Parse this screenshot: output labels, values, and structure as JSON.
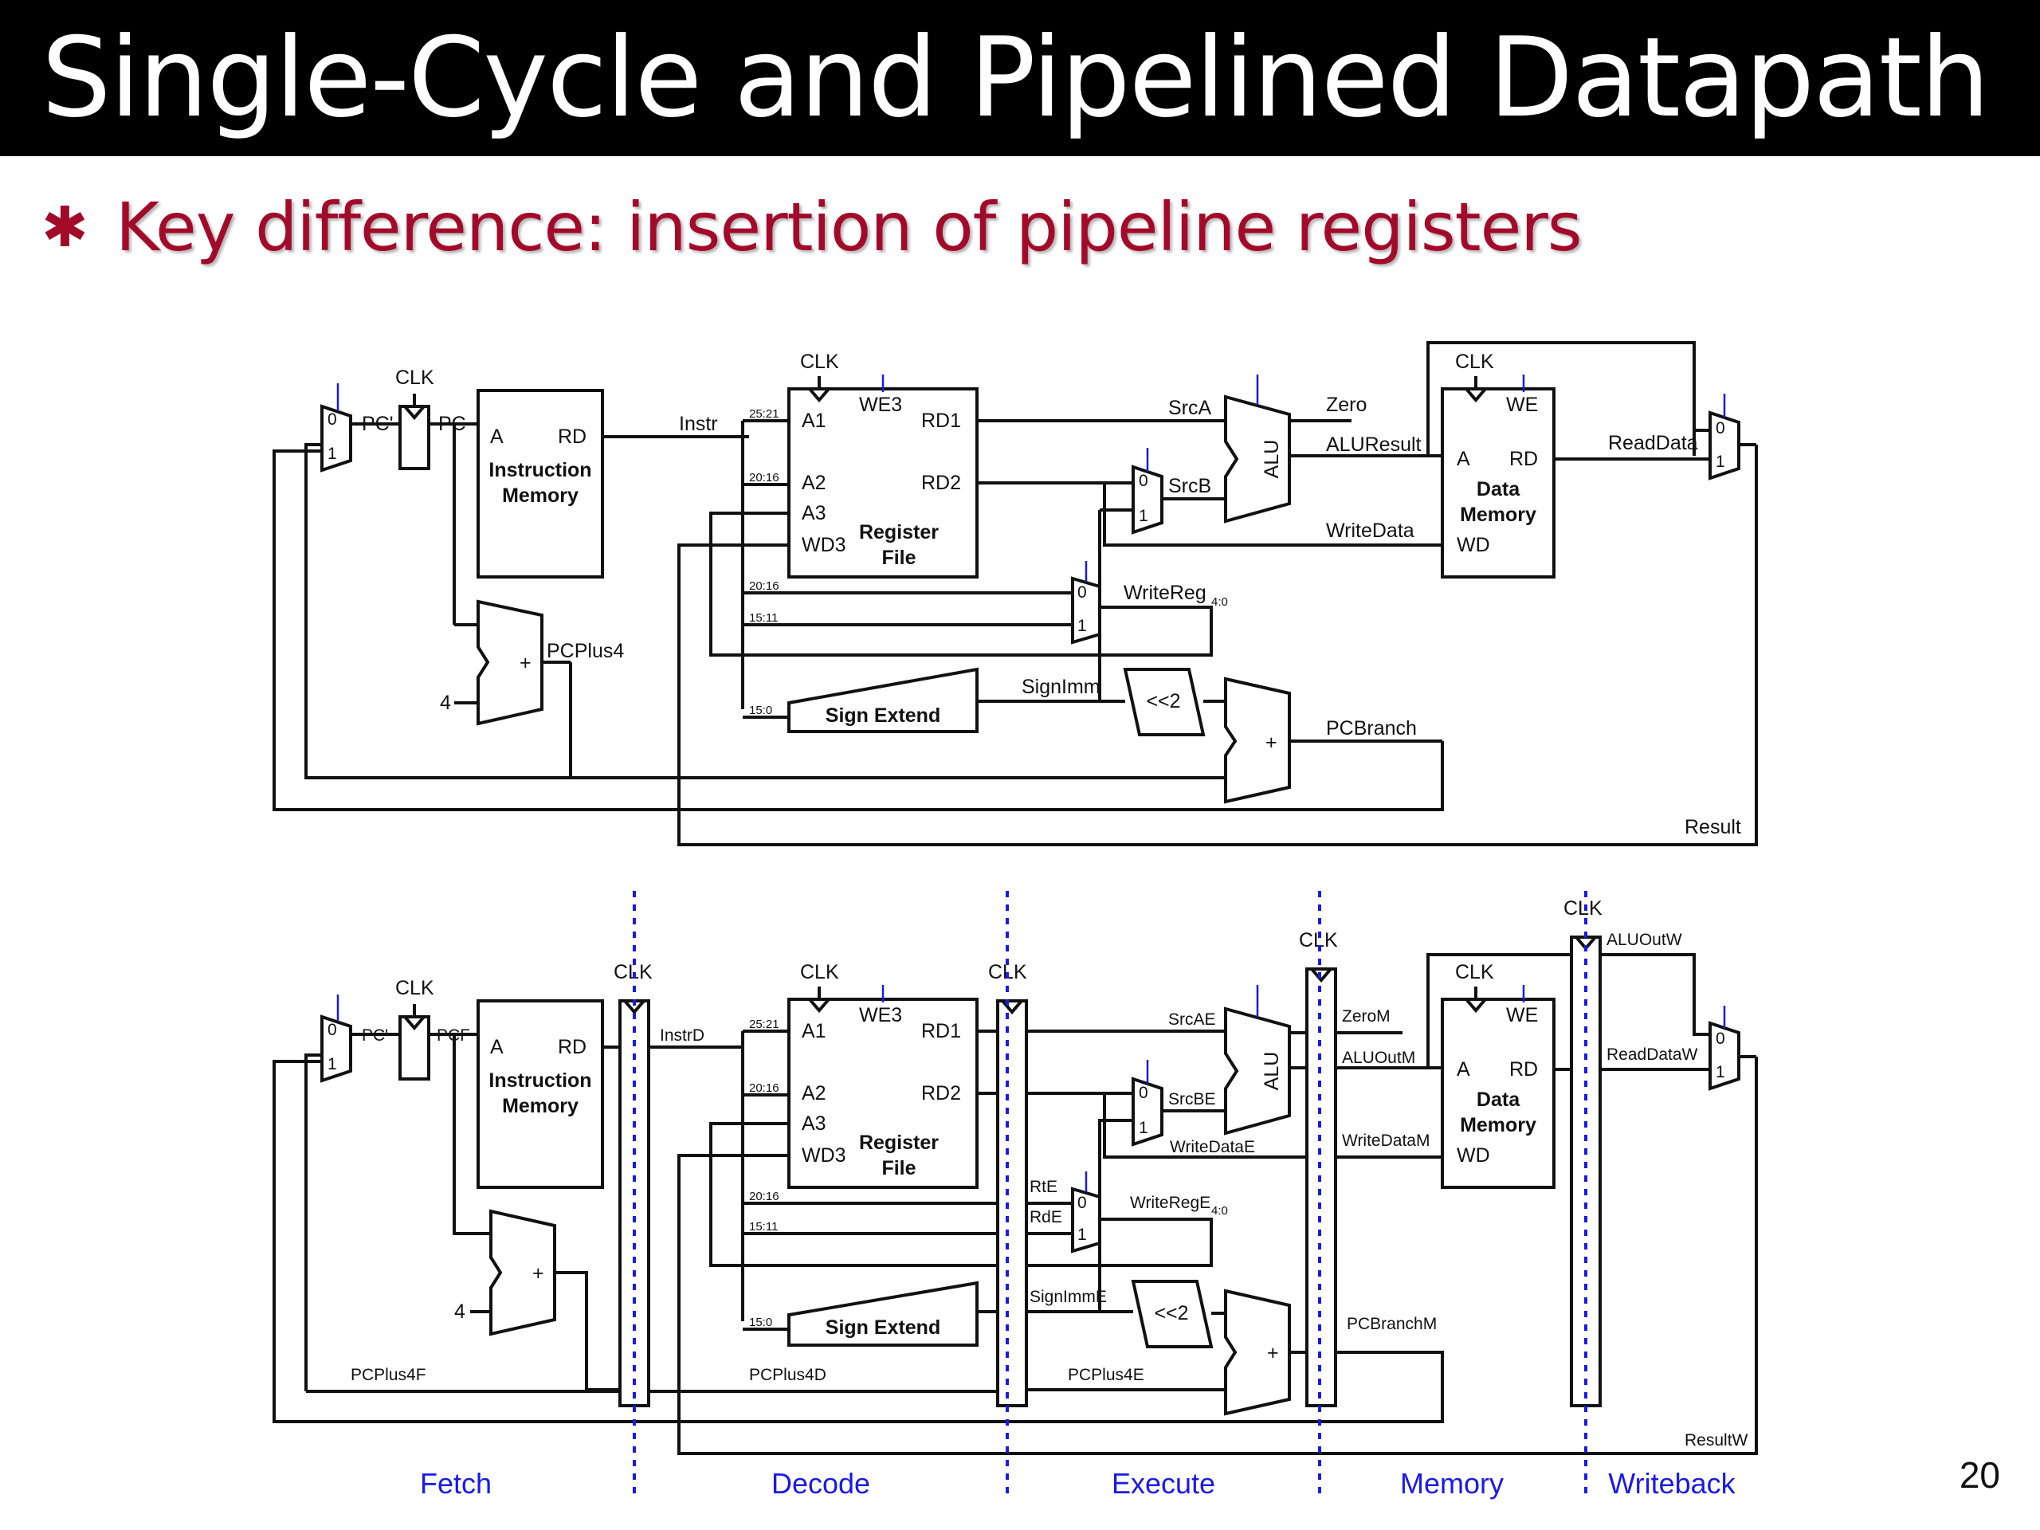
{
  "title": "Single-Cycle and Pipelined Datapath",
  "bullet": {
    "icon": "asterisk-bullet-icon",
    "text": "Key difference:  insertion of pipeline registers"
  },
  "page_number": "20",
  "common": {
    "clk": "CLK",
    "a": "A",
    "rd": "RD",
    "rd1": "RD1",
    "rd2": "RD2",
    "a1": "A1",
    "a2": "A2",
    "a3": "A3",
    "wd3": "WD3",
    "we3": "WE3",
    "we": "WE",
    "wd": "WD",
    "zero": "0",
    "one": "1",
    "plus": "+",
    "four": "4",
    "alu": "ALU",
    "shift": "<<2",
    "imem1": "Instruction",
    "imem2": "Memory",
    "rf1": "Register",
    "rf2": "File",
    "dmem1": "Data",
    "dmem2": "Memory",
    "signext": "Sign Extend",
    "b2521": "25:21",
    "b2016": "20:16",
    "b1511": "15:11",
    "b150": "15:0",
    "sub40": "4:0"
  },
  "single_cycle": {
    "pcprime": "PC'",
    "pc": "PC",
    "instr": "Instr",
    "pcplus4": "PCPlus4",
    "srca": "SrcA",
    "srcb": "SrcB",
    "zero": "Zero",
    "aluresult": "ALUResult",
    "writedata": "WriteData",
    "readdata": "ReadData",
    "writereg": "WriteReg",
    "signimm": "SignImm",
    "pcbranch": "PCBranch",
    "result": "Result"
  },
  "pipelined": {
    "pcprime": "PC'",
    "pcf": "PCF",
    "instrd": "InstrD",
    "pcplus4f": "PCPlus4F",
    "pcplus4d": "PCPlus4D",
    "pcplus4e": "PCPlus4E",
    "srcae": "SrcAE",
    "srcbe": "SrcBE",
    "writedatae": "WriteDataE",
    "rte": "RtE",
    "rde": "RdE",
    "writerege": "WriteRegE",
    "signimme": "SignImmE",
    "zerom": "ZeroM",
    "aluoutm": "ALUOutM",
    "writedatam": "WriteDataM",
    "pcbranchm": "PCBranchM",
    "aluoutw": "ALUOutW",
    "readdataw": "ReadDataW",
    "resultw": "ResultW"
  },
  "stages": [
    "Fetch",
    "Decode",
    "Execute",
    "Memory",
    "Writeback"
  ]
}
